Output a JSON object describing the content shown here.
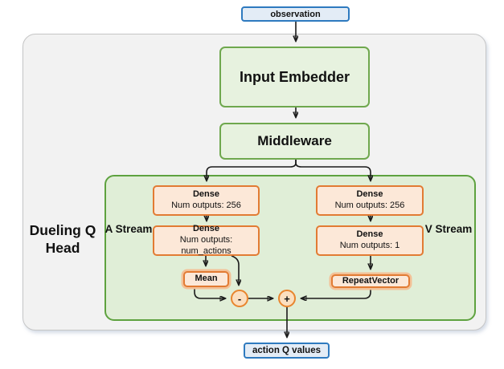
{
  "colors": {
    "outer_container_fill": "#f2f2f2",
    "outer_container_border": "#c6c6c6",
    "head_container_fill": "#e0eed7",
    "head_container_border": "#5ea23f",
    "green_box_fill": "#e7f2df",
    "green_box_border": "#6fa84e",
    "orange_box_fill": "#fce8d8",
    "orange_box_border": "#e27b33",
    "operator_circle_fill": "#fbdfc0",
    "blue_box_fill": "#e3ecf6",
    "blue_box_border": "#2e7abf",
    "connector_line": "#1a1a1a"
  },
  "nodes": {
    "observation": {
      "label": "observation"
    },
    "input_embedder": {
      "label": "Input Embedder"
    },
    "middleware": {
      "label": "Middleware"
    },
    "dueling_q_head": {
      "label": "Dueling Q Head"
    },
    "a_stream": {
      "label": "A Stream"
    },
    "v_stream": {
      "label": "V Stream"
    },
    "dense_a1": {
      "title": "Dense",
      "subtitle": "Num outputs: 256"
    },
    "dense_a2": {
      "title": "Dense",
      "subtitle": "Num outputs: num_actions"
    },
    "dense_v1": {
      "title": "Dense",
      "subtitle": "Num outputs: 256"
    },
    "dense_v2": {
      "title": "Dense",
      "subtitle": "Num outputs: 1"
    },
    "mean": {
      "title": "Mean"
    },
    "repeat_vector": {
      "title": "RepeatVector"
    },
    "minus_op": {
      "label": "-"
    },
    "plus_op": {
      "label": "+"
    },
    "action_q_values": {
      "label": "action Q values"
    }
  }
}
